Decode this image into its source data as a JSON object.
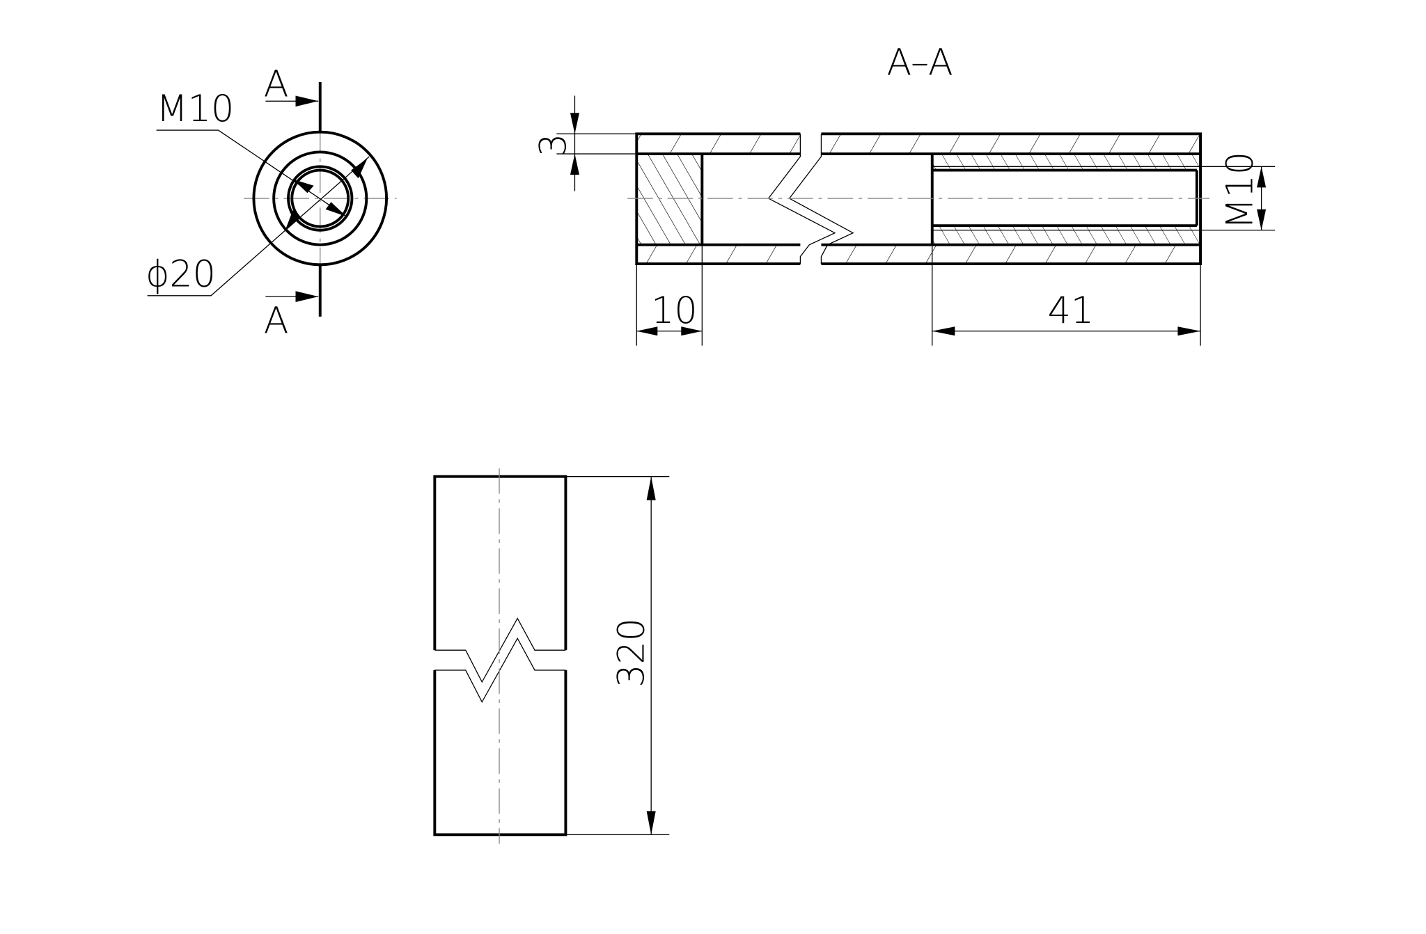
{
  "section_title": "A–A",
  "front_view": {
    "section_label_top": "A",
    "section_label_bottom": "A",
    "thread_label": "M10",
    "diameter_label": "ϕ20"
  },
  "section_view": {
    "wall_dim": "3",
    "thread_dim": "M10",
    "plug_dim": "10",
    "bore_dim": "41"
  },
  "side_view": {
    "length_dim": "320"
  }
}
